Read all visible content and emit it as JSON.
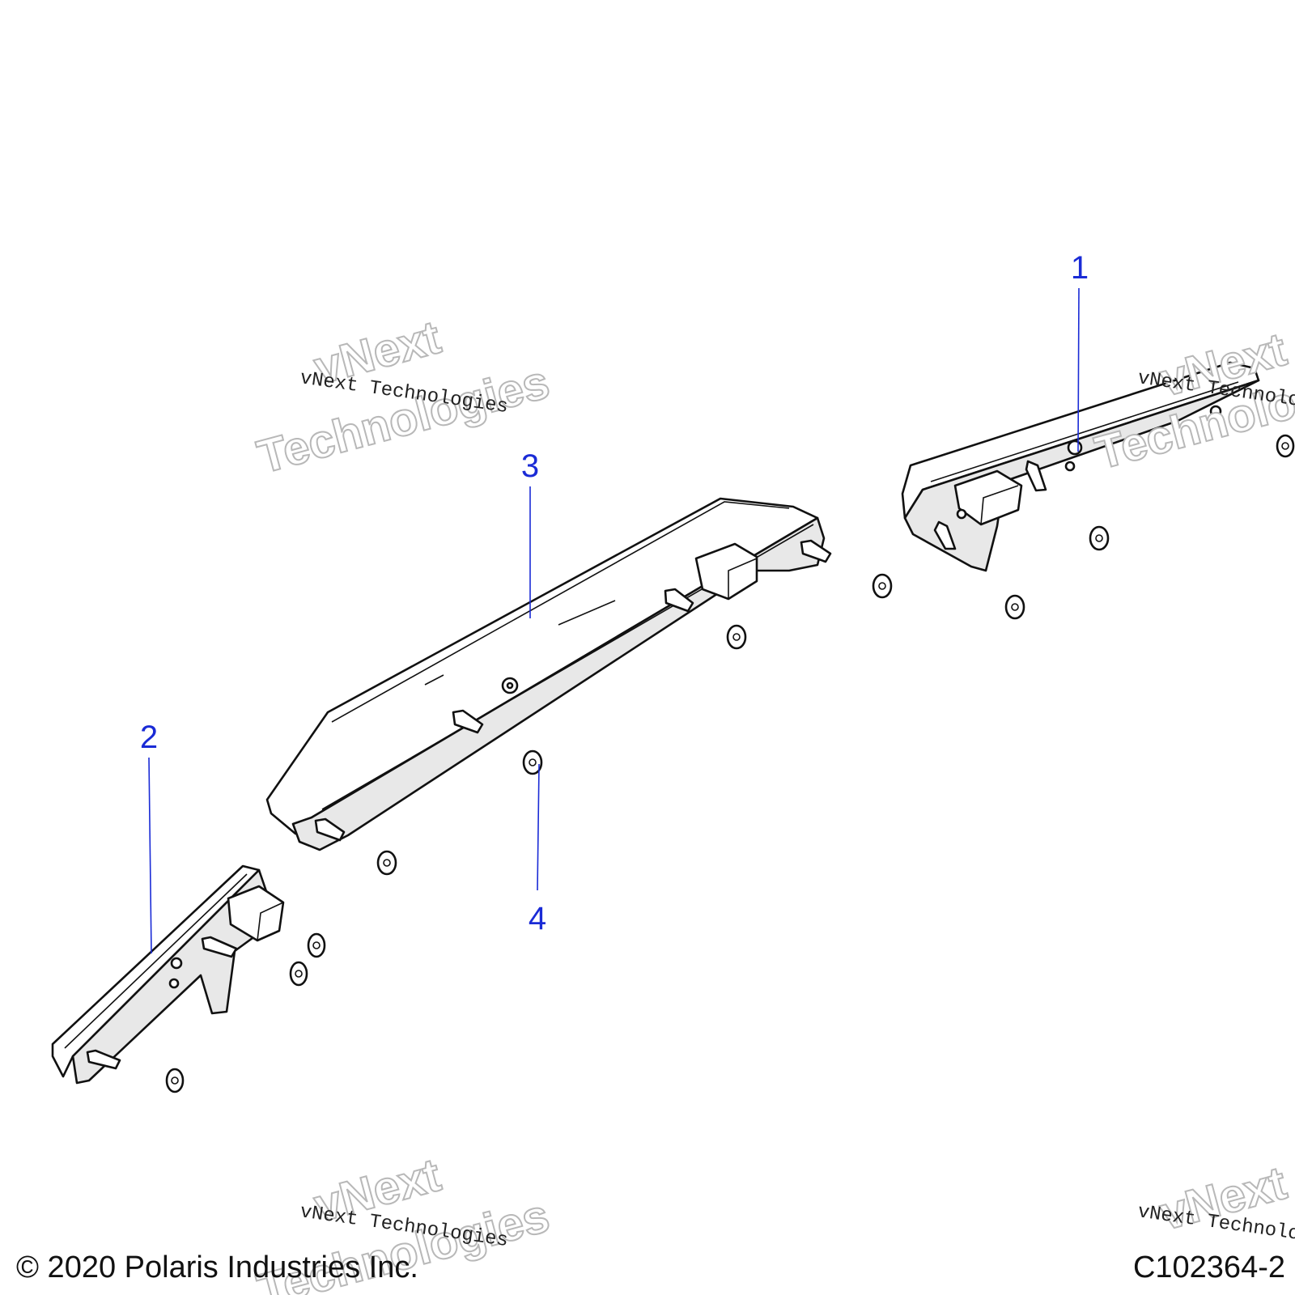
{
  "callouts": [
    {
      "id": "callout-1",
      "label": "1"
    },
    {
      "id": "callout-2",
      "label": "2"
    },
    {
      "id": "callout-3",
      "label": "3"
    },
    {
      "id": "callout-4",
      "label": "4"
    }
  ],
  "watermark": {
    "big_line1": "vNext",
    "big_line2": "Technologies",
    "small": "vNext Technologies"
  },
  "footer": {
    "copyright": "© 2020 Polaris Industries Inc.",
    "figure_id": "C102364-2"
  },
  "colors": {
    "callout": "#1a2bd6",
    "part_face": "#e8e8e8",
    "outline": "#111111"
  }
}
